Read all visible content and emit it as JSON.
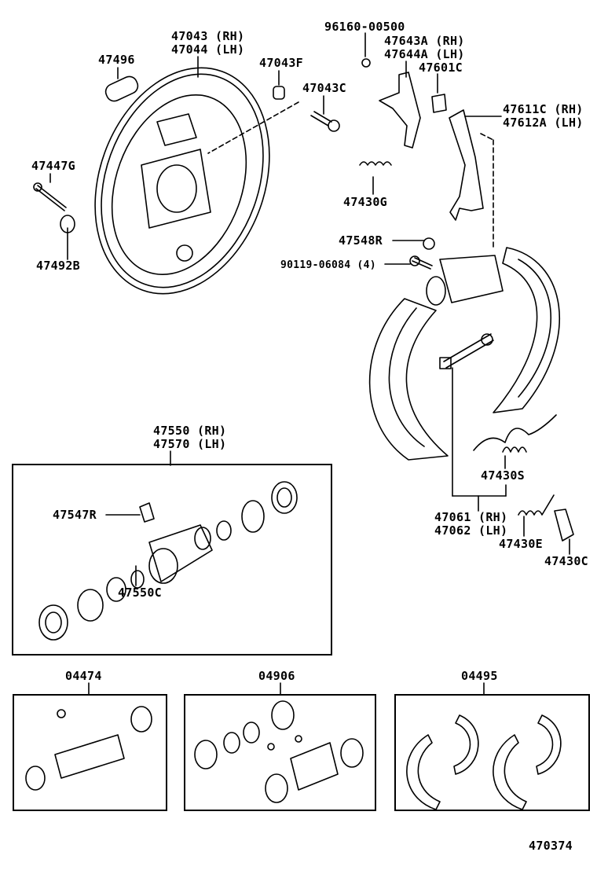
{
  "diagram_number": "470374",
  "parts": {
    "backing_plate": {
      "rh": "47043 (RH)",
      "lh": "47044 (LH)"
    },
    "plug": "47496",
    "nut_47043F": "47043F",
    "bolt_47043C": "47043C",
    "e_ring": "96160-00500",
    "lever": {
      "rh": "47643A (RH)",
      "lh": "47644A (LH)"
    },
    "clip_47601C": "47601C",
    "parking_lever": {
      "rh": "47611C (RH)",
      "lh": "47612A (LH)"
    },
    "pin": "47447G",
    "cup": "47492B",
    "spring_47430G": "47430G",
    "bleeder_cap": "47548R",
    "bolt_90119": "90119-06084 (4)",
    "wheel_cylinder": {
      "rh": "47550 (RH)",
      "lh": "47570 (LH)"
    },
    "bleeder_plug": "47547R",
    "cylinder_spring": "47550C",
    "spring_47430S": "47430S",
    "adjuster": {
      "rh": "47061 (RH)",
      "lh": "47062 (LH)"
    },
    "spring_47430E": "47430E",
    "clip_47430C": "47430C"
  },
  "kits": [
    "04474",
    "04906",
    "04495"
  ]
}
